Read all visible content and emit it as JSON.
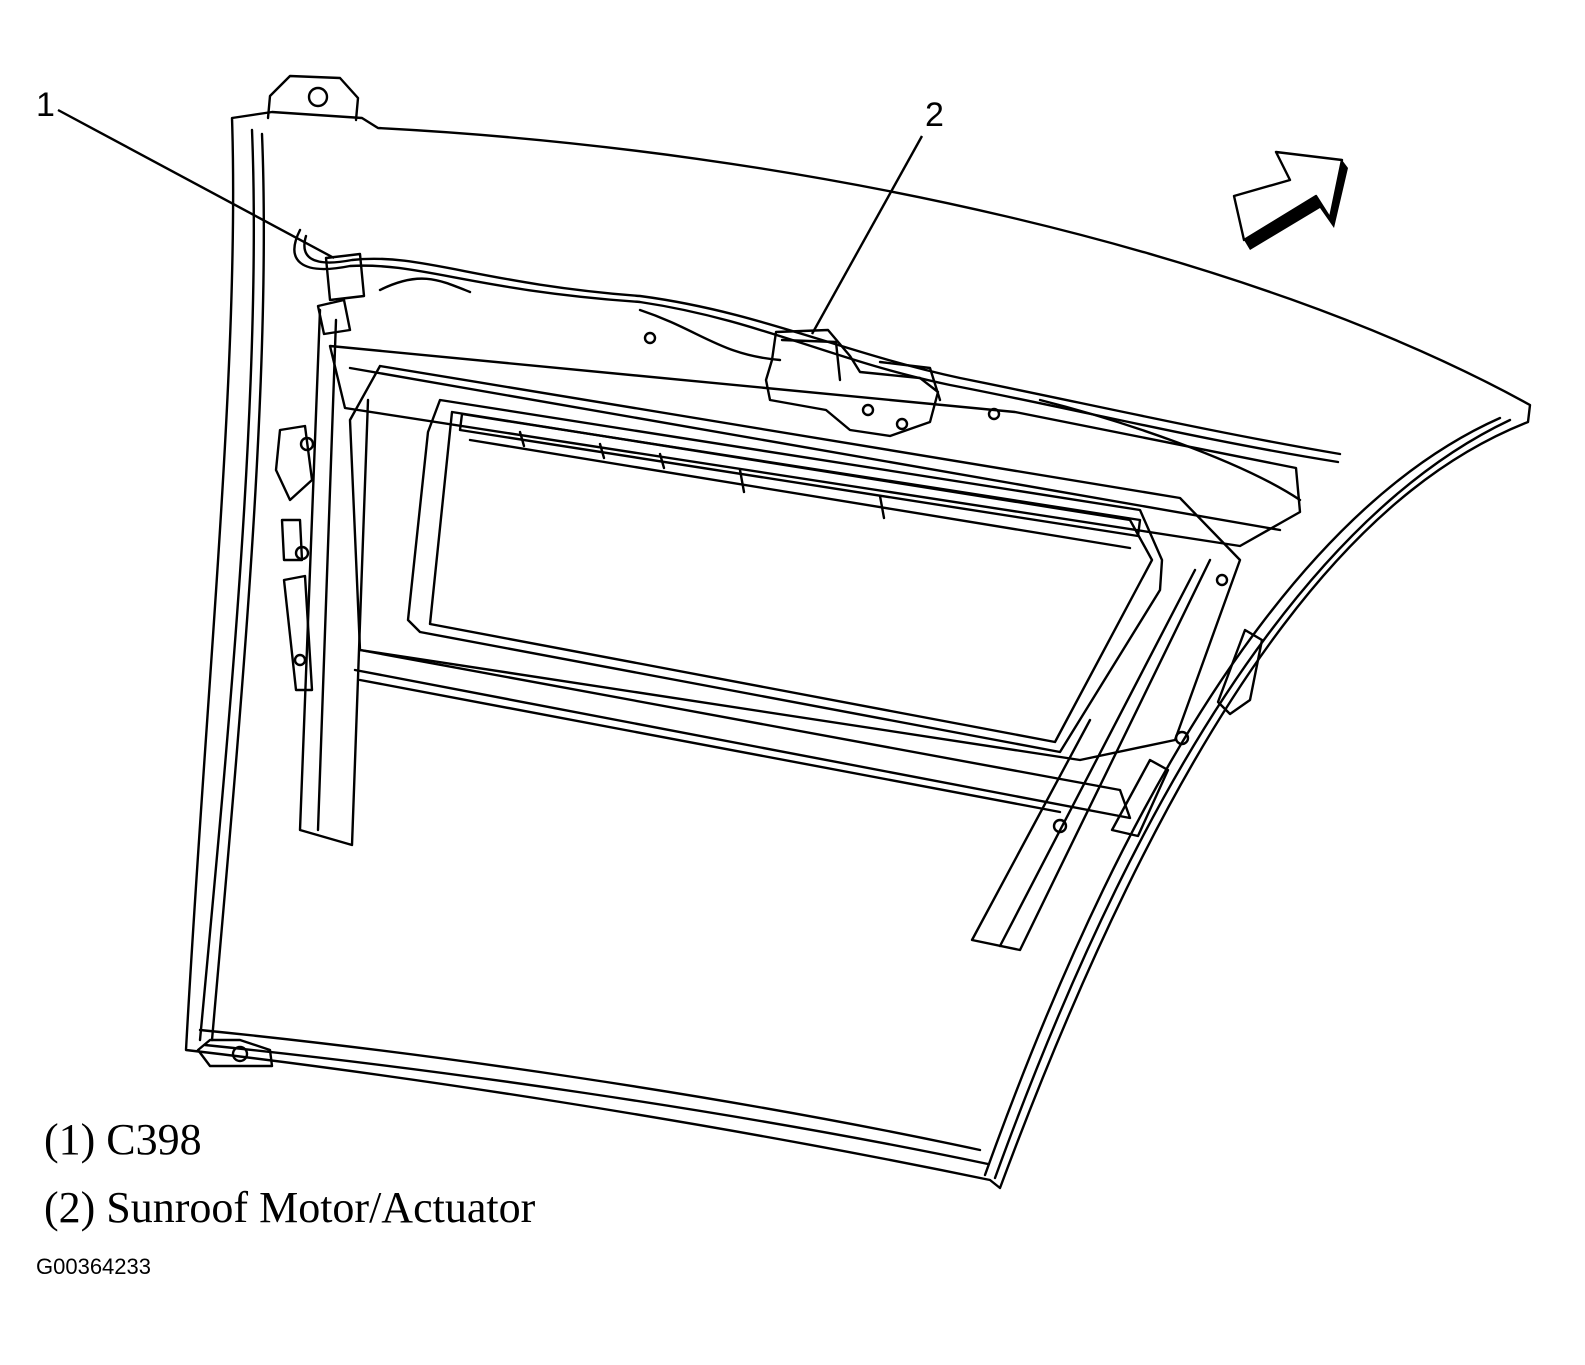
{
  "callouts": [
    {
      "number": "1"
    },
    {
      "number": "2"
    }
  ],
  "legend": [
    {
      "text": "(1) C398"
    },
    {
      "text": "(2) Sunroof Motor/Actuator"
    }
  ],
  "figure_id": "G00364233",
  "icons": [
    "direction-arrow-icon"
  ]
}
